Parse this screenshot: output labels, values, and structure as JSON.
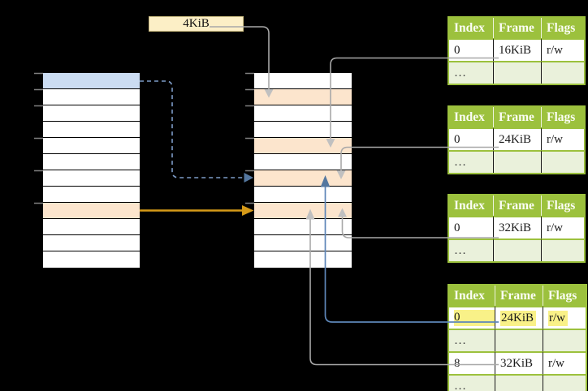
{
  "colors": {
    "green": "#9CC13D",
    "light-green": "#EAF1DB",
    "row-orange": "#FCE5CD",
    "row-blue": "#CBDCF2",
    "yellow": "#F9F188",
    "cream": "#FCEFC6",
    "gray-line": "#A8A8A8",
    "gray-head": "#C0C0C0",
    "blue-line": "#5E86B8",
    "blue-head": "#54779F",
    "dashed-blue": "#7E9CC8",
    "orange-arrow": "#D69A18"
  },
  "page_size_box": {
    "label": "4KiB"
  },
  "left_memory": {
    "rows": 12,
    "highlights": {
      "1": "blue",
      "9": "orange"
    }
  },
  "middle_memory": {
    "rows": 12,
    "highlights": {
      "2": "orange",
      "5": "orange",
      "7": "orange",
      "9": "orange"
    }
  },
  "page_tables": [
    {
      "columns": [
        "Index",
        "Frame",
        "Flags"
      ],
      "rows": [
        {
          "cells": [
            "0",
            "16KiB",
            "r/w"
          ],
          "shaded": false,
          "highlighted": false
        },
        {
          "cells": [
            "…",
            "",
            ""
          ],
          "shaded": true,
          "highlighted": false
        }
      ]
    },
    {
      "columns": [
        "Index",
        "Frame",
        "Flags"
      ],
      "rows": [
        {
          "cells": [
            "0",
            "24KiB",
            "r/w"
          ],
          "shaded": false,
          "highlighted": false
        },
        {
          "cells": [
            "…",
            "",
            ""
          ],
          "shaded": true,
          "highlighted": false
        }
      ]
    },
    {
      "columns": [
        "Index",
        "Frame",
        "Flags"
      ],
      "rows": [
        {
          "cells": [
            "0",
            "32KiB",
            "r/w"
          ],
          "shaded": false,
          "highlighted": false
        },
        {
          "cells": [
            "…",
            "",
            ""
          ],
          "shaded": true,
          "highlighted": false
        }
      ]
    },
    {
      "columns": [
        "Index",
        "Frame",
        "Flags"
      ],
      "rows": [
        {
          "cells": [
            "0",
            "24KiB",
            "r/w"
          ],
          "shaded": false,
          "highlighted": true
        },
        {
          "cells": [
            "…",
            "",
            ""
          ],
          "shaded": true,
          "highlighted": false
        },
        {
          "cells": [
            "8",
            "32KiB",
            "r/w"
          ],
          "shaded": false,
          "highlighted": false
        },
        {
          "cells": [
            "…",
            "",
            ""
          ],
          "shaded": true,
          "highlighted": false
        }
      ]
    }
  ]
}
